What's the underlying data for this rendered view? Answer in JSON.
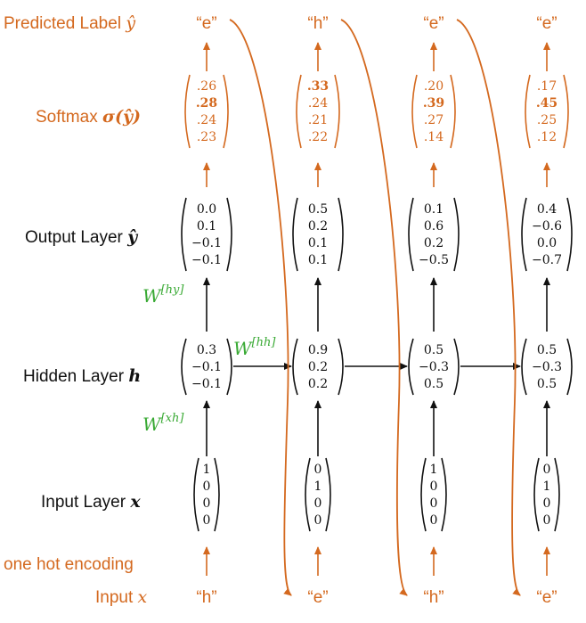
{
  "rows": {
    "predicted": {
      "label": "Predicted Label",
      "symbol": "ŷ"
    },
    "softmax": {
      "label": "Softmax",
      "symbol": "σ(ŷ)"
    },
    "output": {
      "label": "Output Layer",
      "symbol": "ŷ"
    },
    "hidden": {
      "label": "Hidden Layer",
      "symbol": "h"
    },
    "input": {
      "label": "Input Layer",
      "symbol": "x"
    },
    "onehot": {
      "label": "one hot encoding"
    },
    "input_char": {
      "label": "Input",
      "symbol": "x"
    }
  },
  "weights": {
    "hy": "W",
    "hy_sup": "[hy]",
    "xh": "W",
    "xh_sup": "[xh]",
    "hh": "W",
    "hh_sup": "[hh]"
  },
  "steps": [
    {
      "input": "“h”",
      "predicted": "“e”",
      "onehot": [
        "1",
        "0",
        "0",
        "0"
      ],
      "hidden": [
        "0.3",
        "−0.1",
        "−0.1"
      ],
      "output": [
        "0.0",
        "0.1",
        "−0.1",
        "−0.1"
      ],
      "softmax": [
        ".26",
        ".28",
        ".24",
        ".23"
      ],
      "softmax_bold": 1
    },
    {
      "input": "“e”",
      "predicted": "“h”",
      "onehot": [
        "0",
        "1",
        "0",
        "0"
      ],
      "hidden": [
        "0.9",
        "0.2",
        "0.2"
      ],
      "output": [
        "0.5",
        "0.2",
        "0.1",
        "0.1"
      ],
      "softmax": [
        ".33",
        ".24",
        ".21",
        ".22"
      ],
      "softmax_bold": 0
    },
    {
      "input": "“h”",
      "predicted": "“e”",
      "onehot": [
        "1",
        "0",
        "0",
        "0"
      ],
      "hidden": [
        "0.5",
        "−0.3",
        "0.5"
      ],
      "output": [
        "0.1",
        "0.6",
        "0.2",
        "−0.5"
      ],
      "softmax": [
        ".20",
        ".39",
        ".27",
        ".14"
      ],
      "softmax_bold": 1
    },
    {
      "input": "“e”",
      "predicted": "“e”",
      "onehot": [
        "0",
        "1",
        "0",
        "0"
      ],
      "hidden": [
        "0.5",
        "−0.3",
        "0.5"
      ],
      "output": [
        "0.4",
        "−0.6",
        "0.0",
        "−0.7"
      ],
      "softmax": [
        ".17",
        ".45",
        ".25",
        ".12"
      ],
      "softmax_bold": 1
    }
  ],
  "colors": {
    "orange": "#d4691f",
    "black": "#111111",
    "green": "#3aaa35"
  }
}
